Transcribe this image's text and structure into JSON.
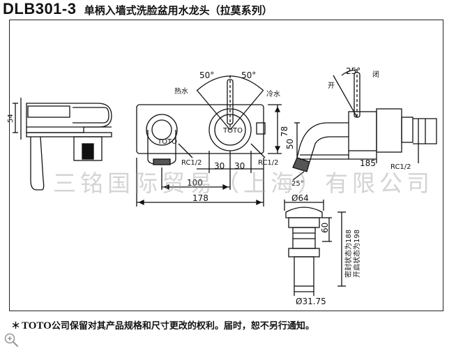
{
  "title": {
    "model": "DLB301-3",
    "name": "单柄入墙式洗脸盆用水龙头（拉莫系列）"
  },
  "side_view": {
    "height_dim": "54"
  },
  "front_view": {
    "angle_left": "50°",
    "angle_right": "50°",
    "hot_label": "热水",
    "cold_label": "冷水",
    "rc_left": "RC1/2",
    "rc_right": "RC1/2",
    "dim_30_left": "30",
    "dim_30_right": "30",
    "height_dim": "78",
    "dim_100": "100",
    "dim_178": "178",
    "brand_text_spout": "TOTO",
    "brand_text_handle": "TOTO"
  },
  "profile_view": {
    "angle_top": "25°",
    "close_label": "闭",
    "open_label": "开",
    "height_dim": "50",
    "length_dim": "185",
    "rc": "RC1/2",
    "angle_bottom": "25°"
  },
  "drain": {
    "diameter_top": "Ø64",
    "height_dim": "60",
    "closed_label": "密封状态为188",
    "open_label": "开启状态为198",
    "diameter_bottom": "Ø31.75"
  },
  "watermark": "三铭国际贸易（上海）有限公司",
  "footer": {
    "star": "＊",
    "brand": "TOTO",
    "notice": "公司保留对其产品规格和尺寸更改的权利。届时，恕不另行通知。"
  },
  "icons": {
    "zoom": "zoom-in-icon"
  }
}
